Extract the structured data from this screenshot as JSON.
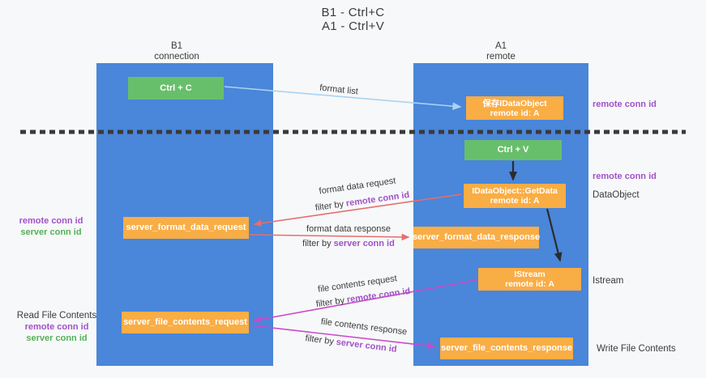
{
  "title": {
    "line1": "B1 - Ctrl+C",
    "line2": "A1 - Ctrl+V"
  },
  "lanes": {
    "left": {
      "title": "B1",
      "subtitle": "connection"
    },
    "right": {
      "title": "A1",
      "subtitle": "remote"
    }
  },
  "nodes": {
    "ctrl_c": {
      "label": "Ctrl + C"
    },
    "save_dataobject": {
      "line1": "保存IDataObject",
      "line2": "remote id: A"
    },
    "ctrl_v": {
      "label": "Ctrl + V"
    },
    "getdata": {
      "line1": "IDataObject::GetData",
      "line2": "remote id: A"
    },
    "server_format_data_request": {
      "label": "server_format_data_request"
    },
    "server_format_data_response": {
      "label": "server_format_data_response"
    },
    "istream": {
      "line1": "IStream",
      "line2": "remote id: A"
    },
    "server_file_contents_request": {
      "label": "server_file_contents_request"
    },
    "server_file_contents_response": {
      "label": "server_file_contents_response"
    }
  },
  "edge_labels": {
    "format_list": "format list",
    "format_data_request": "format data request",
    "format_data_request_filter_prefix": "filter by",
    "format_data_request_filter_key": "remote conn id",
    "format_data_response": "format data response",
    "format_data_response_filter_prefix": "filter by",
    "format_data_response_filter_key": "server conn id",
    "file_contents_request": "file contents request",
    "file_contents_request_filter_prefix": "filter by",
    "file_contents_request_filter_key": "remote conn id",
    "file_contents_response": "file contents response",
    "file_contents_response_filter_prefix": "filter by",
    "file_contents_response_filter_key": "server conn id"
  },
  "side_labels": {
    "left_format": {
      "remote": "remote conn id",
      "server": "server conn id"
    },
    "left_file": {
      "title": "Read File Contents",
      "remote": "remote conn id",
      "server": "server conn id"
    },
    "right": {
      "remote_conn_top": "remote conn id",
      "remote_conn_mid": "remote conn id",
      "dataobject": "DataObject",
      "istream": "Istream",
      "write_file": "Write File Contents"
    }
  },
  "colors": {
    "lane-blue": "#4a86d9",
    "node-green": "#68bf6b",
    "node-orange": "#f9ad45",
    "arrow-lightblue": "#a9d3f2",
    "arrow-red": "#e66e6e",
    "arrow-magenta": "#c94ac9",
    "arrow-black": "#2b2b2b",
    "text-purple": "#a052c7",
    "text-green": "#55b05b",
    "background": "#f7f8f9"
  }
}
